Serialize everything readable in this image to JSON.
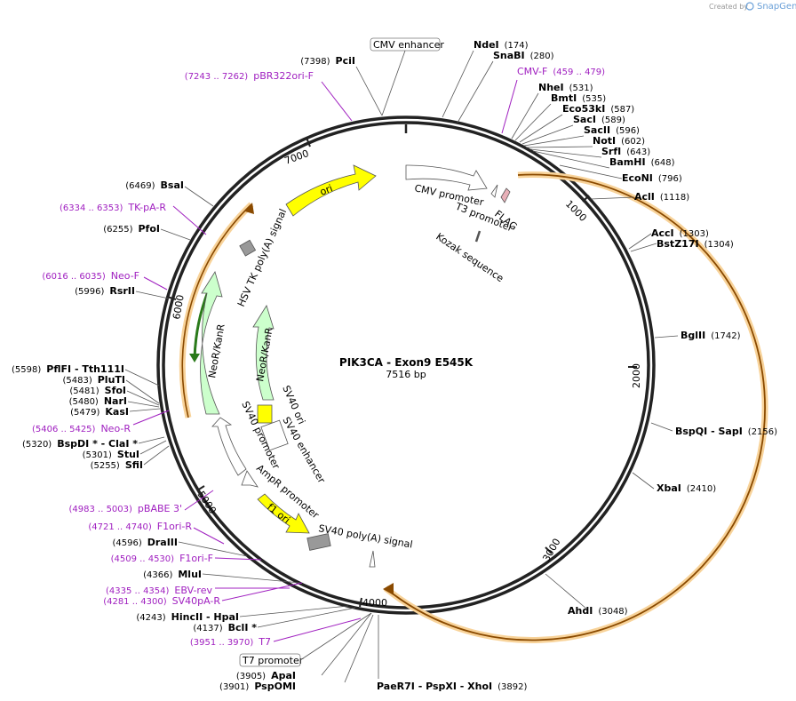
{
  "brand": {
    "created_by": "Created by",
    "name": "SnapGene"
  },
  "plasmid": {
    "name": "PIK3CA - Exon9 E545K",
    "length": "7516 bp"
  },
  "ticks": [
    "1000",
    "2000",
    "3000",
    "4000",
    "5000",
    "6000",
    "7000"
  ],
  "sites": [
    {
      "name": "NdeI",
      "coord": "(174)"
    },
    {
      "name": "SnaBI",
      "coord": "(280)"
    },
    {
      "name": "NheI",
      "coord": "(531)"
    },
    {
      "name": "BmtI",
      "coord": "(535)"
    },
    {
      "name": "Eco53kI",
      "coord": "(587)"
    },
    {
      "name": "SacI",
      "coord": "(589)"
    },
    {
      "name": "SacII",
      "coord": "(596)"
    },
    {
      "name": "NotI",
      "coord": "(602)"
    },
    {
      "name": "SrfI",
      "coord": "(643)"
    },
    {
      "name": "BamHI",
      "coord": "(648)"
    },
    {
      "name": "EcoNI",
      "coord": "(796)"
    },
    {
      "name": "AclI",
      "coord": "(1118)"
    },
    {
      "name": "AccI",
      "coord": "(1303)"
    },
    {
      "name": "BstZ17I",
      "coord": "(1304)"
    },
    {
      "name": "BglII",
      "coord": "(1742)"
    },
    {
      "name": "BspQI   - SapI",
      "coord": "(2156)"
    },
    {
      "name": "XbaI",
      "coord": "(2410)"
    },
    {
      "name": "AhdI",
      "coord": "(3048)"
    },
    {
      "name": "PaeR7I   - PspXI   - XhoI",
      "coord": "(3892)"
    },
    {
      "name": "PspOMI",
      "coord": "(3901)"
    },
    {
      "name": "ApaI",
      "coord": "(3905)"
    },
    {
      "name": "BclI *",
      "coord": "(4137)"
    },
    {
      "name": "HincII   - HpaI",
      "coord": "(4243)"
    },
    {
      "name": "MluI",
      "coord": "(4366)"
    },
    {
      "name": "DraIII",
      "coord": "(4596)"
    },
    {
      "name": "SfiI",
      "coord": "(5255)"
    },
    {
      "name": "StuI",
      "coord": "(5301)"
    },
    {
      "name": "BspDI *  - ClaI *",
      "coord": "(5320)"
    },
    {
      "name": "KasI",
      "coord": "(5479)"
    },
    {
      "name": "NarI",
      "coord": "(5480)"
    },
    {
      "name": "SfoI",
      "coord": "(5481)"
    },
    {
      "name": "PluTI",
      "coord": "(5483)"
    },
    {
      "name": "PflFI   - Tth111I",
      "coord": "(5598)"
    },
    {
      "name": "RsrII",
      "coord": "(5996)"
    },
    {
      "name": "PfoI",
      "coord": "(6255)"
    },
    {
      "name": "BsaI",
      "coord": "(6469)"
    },
    {
      "name": "PciI",
      "coord": "(7398)"
    }
  ],
  "primers": [
    {
      "name": "CMV-F",
      "coord": "(459 .. 479)"
    },
    {
      "name": "pBR322ori-F",
      "coord": "(7243 .. 7262)"
    },
    {
      "name": "TK-pA-R",
      "coord": "(6334 .. 6353)"
    },
    {
      "name": "Neo-F",
      "coord": "(6016 .. 6035)"
    },
    {
      "name": "Neo-R",
      "coord": "(5406 .. 5425)"
    },
    {
      "name": "pBABE 3'",
      "coord": "(4983 .. 5003)"
    },
    {
      "name": "F1ori-R",
      "coord": "(4721 .. 4740)"
    },
    {
      "name": "F1ori-F",
      "coord": "(4509 .. 4530)"
    },
    {
      "name": "EBV-rev",
      "coord": "(4335 .. 4354)"
    },
    {
      "name": "SV40pA-R",
      "coord": "(4281 .. 4300)"
    },
    {
      "name": "T7",
      "coord": "(3951 .. 3970)"
    }
  ],
  "boxed_labels": [
    "CMV enhancer",
    "T7 promoter"
  ],
  "features": [
    "CMV promoter",
    "T3 promoter",
    "FLAG",
    "Kozak sequence",
    "ori",
    "HSV TK poly(A) signal",
    "NeoR/KanR",
    "NeoR/KanR",
    "SV40 ori",
    "SV40 enhancer",
    "SV40 promoter",
    "AmpR promoter",
    "f1 ori",
    "SV40 poly(A) signal"
  ],
  "colors": {
    "ori": "#ffff00",
    "neo": "#ccffcc",
    "orange": "#f5a623",
    "primer": "#a020c0",
    "grey": "#999999"
  }
}
